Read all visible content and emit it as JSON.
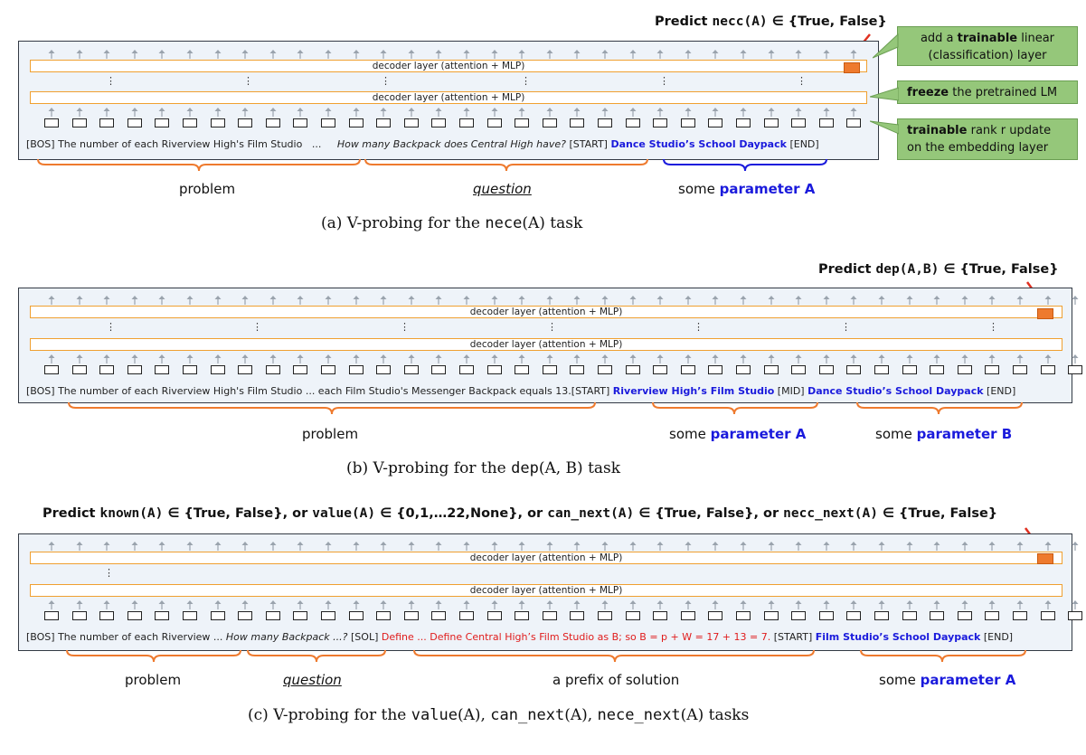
{
  "layer_label": "decoder layer (attention + MLP)",
  "panel_a": {
    "predict": {
      "prefix": "Predict ",
      "code": "necc(A)",
      "suffix": " ∈ {True, False}"
    },
    "tokens": {
      "plain1": "[BOS] The number of each Riverview High's Film Studio",
      "plain2": "...",
      "question": "How many Backpack does Central High have?",
      "plain3": " [START] ",
      "param": "Dance Studio’s School Daypack",
      "plain4": " [END]"
    },
    "labels": {
      "problem": "problem",
      "question": "question",
      "param_prefix": "some ",
      "param": "parameter A"
    },
    "caption": {
      "pre": "(a)  V-probing for the ",
      "code": "nece",
      "post": "(A) task"
    },
    "callouts": [
      {
        "pre": "add a ",
        "bold": "trainable",
        "post": " linear (classification) layer"
      },
      {
        "pre": "",
        "bold": "freeze",
        "post": " the pretrained LM"
      },
      {
        "pre": "",
        "bold": "trainable",
        "post": " rank r update on the embedding layer"
      }
    ]
  },
  "panel_b": {
    "predict": {
      "prefix": "Predict ",
      "code": "dep(A,B)",
      "suffix": " ∈ {True, False}"
    },
    "tokens": {
      "plain1": "[BOS] The number of each Riverview High's Film Studio ... each Film Studio's Messenger Backpack equals 13.[START] ",
      "paramA": "Riverview High’s Film Studio",
      "plain2": " [MID] ",
      "paramB": "Dance Studio’s School Daypack",
      "plain3": " [END]"
    },
    "labels": {
      "problem": "problem",
      "param_prefix": "some ",
      "paramA": "parameter A",
      "paramB": "parameter B"
    },
    "caption": {
      "pre": "(b)  V-probing for the ",
      "code": "dep",
      "post": "(A, B) task"
    }
  },
  "panel_c": {
    "predict": {
      "prefix": "Predict ",
      "c1": "known(A)",
      "s1": " ∈ {True, False},   or ",
      "c2": "value(A)",
      "s2": " ∈ {0,1,…22,None},   or ",
      "c3": "can_next(A)",
      "s3": " ∈ {True, False},   or ",
      "c4": "necc_next(A)",
      "s4": " ∈ {True, False}"
    },
    "tokens": {
      "plain1": "[BOS] The number of each Riverview ... ",
      "question": "How many Backpack ...?",
      "plain2": " [SOL] ",
      "solution": "Define ... Define Central High’s Film Studio as B; so B = p + W = 17 + 13 = 7.",
      "plain3": " [START] ",
      "param": "Film Studio’s School Daypack",
      "plain4": " [END]"
    },
    "labels": {
      "problem": "problem",
      "question": "question",
      "solution": "a prefix of solution",
      "param_prefix": "some ",
      "param": "parameter A"
    },
    "caption": {
      "pre": "(c)  V-probing for the ",
      "c1": "value",
      "p1": "(A), ",
      "c2": "can_next",
      "p2": "(A), ",
      "c3": "nece_next",
      "p3": "(A) tasks"
    }
  },
  "colors": {
    "layer_border": "#f0a030",
    "orange_square": "#ee7a2e",
    "param_blue": "#1a1adc",
    "solution_red": "#e01c1c",
    "callout_green": "#95c77a",
    "brace_orange": "#ee7a2e",
    "brace_blue": "#1a1adc",
    "arrow_red": "#e03020"
  }
}
